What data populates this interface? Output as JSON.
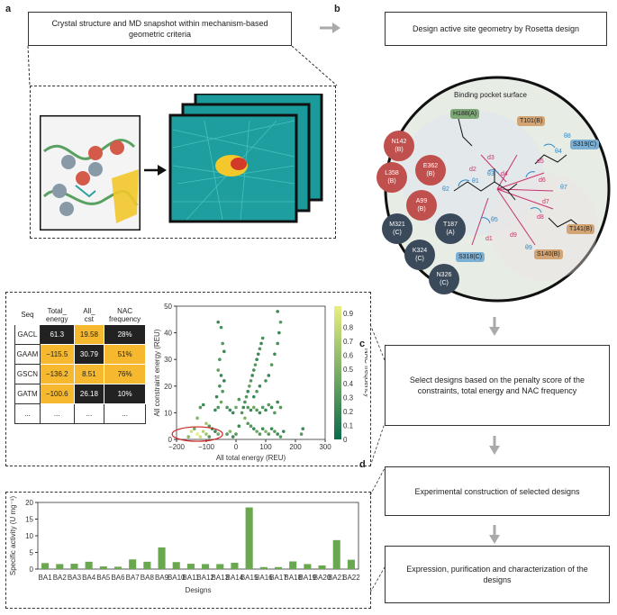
{
  "panels": {
    "a": "a",
    "b": "b",
    "c": "c",
    "d": "d"
  },
  "boxes": {
    "crystal": "Crystal structure and MD snapshot within mechanism-based geometric criteria",
    "rosetta": "Design active site geometry by Rosetta design",
    "select": "Select designs based on the penalty score of the constraints, total energy and NAC frequency",
    "construction": "Experimental construction of selected designs",
    "expression": "Expression, purification and characterization of the designs"
  },
  "pocket": {
    "title": "Binding pocket surface",
    "residues_circle_red": [
      "N142\n(B)",
      "L358\n(B)",
      "E362\n(B)",
      "A99\n(B)"
    ],
    "residues_circle_dark": [
      "M321\n(C)",
      "K324\n(C)",
      "N326\n(C)",
      "T187\n(A)"
    ],
    "residues_box": {
      "H188": "H188(A)",
      "T101": "T101(B)",
      "S319": "S319(C)",
      "T141": "T141(B)",
      "S318": "S318(C)",
      "S140": "S140(B)"
    },
    "distance_labels": [
      "d1",
      "d2",
      "d3",
      "d4",
      "d5",
      "d6",
      "d7",
      "d8",
      "d9"
    ],
    "angle_labels": [
      "θ1",
      "θ2",
      "θ3",
      "θ4",
      "θ5",
      "θ6",
      "θ7",
      "θ8",
      "θ9"
    ]
  },
  "table": {
    "headers": [
      "Seq",
      "Total_\nenergy",
      "All_\ncst",
      "NAC\nfrequency"
    ],
    "rows": [
      {
        "seq": "GACL",
        "energy": "61.3",
        "cst": "19.58",
        "nac": "28%"
      },
      {
        "seq": "GAAM",
        "energy": "−115.5",
        "cst": "30.79",
        "nac": "51%"
      },
      {
        "seq": "GSCN",
        "energy": "−136.2",
        "cst": "8.51",
        "nac": "76%"
      },
      {
        "seq": "GATM",
        "energy": "−100.6",
        "cst": "26.18",
        "nac": "10%"
      },
      {
        "seq": "...",
        "energy": "...",
        "cst": "...",
        "nac": "..."
      }
    ]
  },
  "chart_data": [
    {
      "type": "scatter",
      "xlabel": "All total energy (REU)",
      "ylabel": "All constraint energy (REU)",
      "colorbar_label": "NAC frequency",
      "xlim": [
        -200,
        300
      ],
      "ylim": [
        0,
        50
      ],
      "xticks": [
        "−200",
        "−100",
        "0",
        "100",
        "200",
        "300"
      ],
      "yticks": [
        "0",
        "10",
        "20",
        "30",
        "40",
        "50"
      ],
      "cticks": [
        "0",
        "0.1",
        "0.2",
        "0.3",
        "0.4",
        "0.5",
        "0.6",
        "0.7",
        "0.8",
        "0.9"
      ],
      "points": [
        [
          -60,
          44,
          0.2
        ],
        [
          -50,
          42,
          0.25
        ],
        [
          -45,
          36,
          0.3
        ],
        [
          -40,
          33,
          0.2
        ],
        [
          -55,
          30,
          0.3
        ],
        [
          -60,
          26,
          0.35
        ],
        [
          -50,
          24,
          0.2
        ],
        [
          -40,
          22,
          0.15
        ],
        [
          -55,
          20,
          0.25
        ],
        [
          -45,
          18,
          0.3
        ],
        [
          -65,
          16,
          0.2
        ],
        [
          -50,
          14,
          0.4
        ],
        [
          -60,
          12,
          0.3
        ],
        [
          -70,
          11,
          0.2
        ],
        [
          -120,
          12,
          0.3
        ],
        [
          -110,
          13,
          0.2
        ],
        [
          -130,
          8,
          0.5
        ],
        [
          -100,
          6,
          0.6
        ],
        [
          -90,
          5,
          0.3
        ],
        [
          -140,
          4,
          0.4
        ],
        [
          -80,
          4,
          0.2
        ],
        [
          -150,
          3,
          0.8
        ],
        [
          -110,
          3,
          0.7
        ],
        [
          -100,
          2,
          0.6
        ],
        [
          -130,
          2,
          0.9
        ],
        [
          -160,
          1,
          0.5
        ],
        [
          -120,
          1,
          0.8
        ],
        [
          -90,
          1,
          0.3
        ],
        [
          -70,
          3,
          0.2
        ],
        [
          -60,
          2,
          0.4
        ],
        [
          -30,
          2,
          0.3
        ],
        [
          -20,
          3,
          0.5
        ],
        [
          -10,
          1,
          0.2
        ],
        [
          0,
          2,
          0.3
        ],
        [
          10,
          5,
          0.2
        ],
        [
          20,
          10,
          0.3
        ],
        [
          25,
          12,
          0.2
        ],
        [
          30,
          14,
          0.25
        ],
        [
          35,
          16,
          0.3
        ],
        [
          40,
          18,
          0.2
        ],
        [
          45,
          20,
          0.35
        ],
        [
          50,
          22,
          0.3
        ],
        [
          55,
          24,
          0.2
        ],
        [
          60,
          26,
          0.25
        ],
        [
          65,
          28,
          0.3
        ],
        [
          70,
          30,
          0.2
        ],
        [
          75,
          32,
          0.2
        ],
        [
          80,
          34,
          0.3
        ],
        [
          85,
          36,
          0.2
        ],
        [
          90,
          38,
          0.25
        ],
        [
          40,
          12,
          0.3
        ],
        [
          50,
          11,
          0.2
        ],
        [
          60,
          12,
          0.4
        ],
        [
          70,
          11,
          0.3
        ],
        [
          80,
          10,
          0.2
        ],
        [
          90,
          12,
          0.3
        ],
        [
          100,
          11,
          0.2
        ],
        [
          110,
          13,
          0.3
        ],
        [
          120,
          12,
          0.2
        ],
        [
          130,
          10,
          0.3
        ],
        [
          140,
          14,
          0.2
        ],
        [
          150,
          12,
          0.3
        ],
        [
          60,
          16,
          0.2
        ],
        [
          70,
          18,
          0.3
        ],
        [
          80,
          20,
          0.2
        ],
        [
          100,
          22,
          0.25
        ],
        [
          110,
          24,
          0.2
        ],
        [
          120,
          28,
          0.3
        ],
        [
          130,
          32,
          0.2
        ],
        [
          140,
          36,
          0.25
        ],
        [
          145,
          40,
          0.2
        ],
        [
          150,
          44,
          0.3
        ],
        [
          140,
          48,
          0.2
        ],
        [
          50,
          5,
          0.3
        ],
        [
          60,
          4,
          0.2
        ],
        [
          70,
          3,
          0.4
        ],
        [
          80,
          2,
          0.3
        ],
        [
          90,
          4,
          0.2
        ],
        [
          100,
          3,
          0.5
        ],
        [
          110,
          2,
          0.3
        ],
        [
          120,
          4,
          0.2
        ],
        [
          130,
          3,
          0.3
        ],
        [
          140,
          2,
          0.2
        ],
        [
          150,
          1,
          0.3
        ],
        [
          160,
          3,
          0.2
        ],
        [
          220,
          2,
          0.3
        ],
        [
          225,
          4,
          0.2
        ],
        [
          -30,
          12,
          0.3
        ],
        [
          -20,
          11,
          0.2
        ],
        [
          0,
          12,
          0.4
        ],
        [
          10,
          15,
          0.3
        ],
        [
          -10,
          10,
          0.2
        ],
        [
          30,
          8,
          0.5
        ],
        [
          40,
          6,
          0.3
        ]
      ]
    },
    {
      "type": "bar",
      "ylabel": "Specific activity (U mg⁻¹)",
      "xlabel": "Designs",
      "ylim": [
        0,
        20
      ],
      "yticks": [
        "0",
        "5",
        "10",
        "15",
        "20"
      ],
      "categories": [
        "BA1",
        "BA2",
        "BA3",
        "BA4",
        "BA5",
        "BA6",
        "BA7",
        "BA8",
        "BA9",
        "BA10",
        "BA11",
        "BA12",
        "BA13",
        "BA14",
        "BA15",
        "BA16",
        "BA17",
        "BA18",
        "BA19",
        "BA20",
        "BA21",
        "BA22"
      ],
      "values": [
        1.8,
        1.5,
        1.6,
        2.2,
        0.8,
        0.7,
        2.9,
        2.2,
        6.5,
        2.1,
        1.6,
        1.5,
        1.5,
        1.9,
        18.5,
        0.6,
        0.6,
        2.3,
        1.5,
        1.1,
        8.7,
        2.8
      ],
      "color": "#6aa84f"
    }
  ],
  "colors": {
    "scatter_low": "#0b6b4b",
    "scatter_high": "#e8ef80",
    "orange": "#f5b82e",
    "bar": "#6aa84f",
    "highlight_ellipse": "#cc2222"
  }
}
